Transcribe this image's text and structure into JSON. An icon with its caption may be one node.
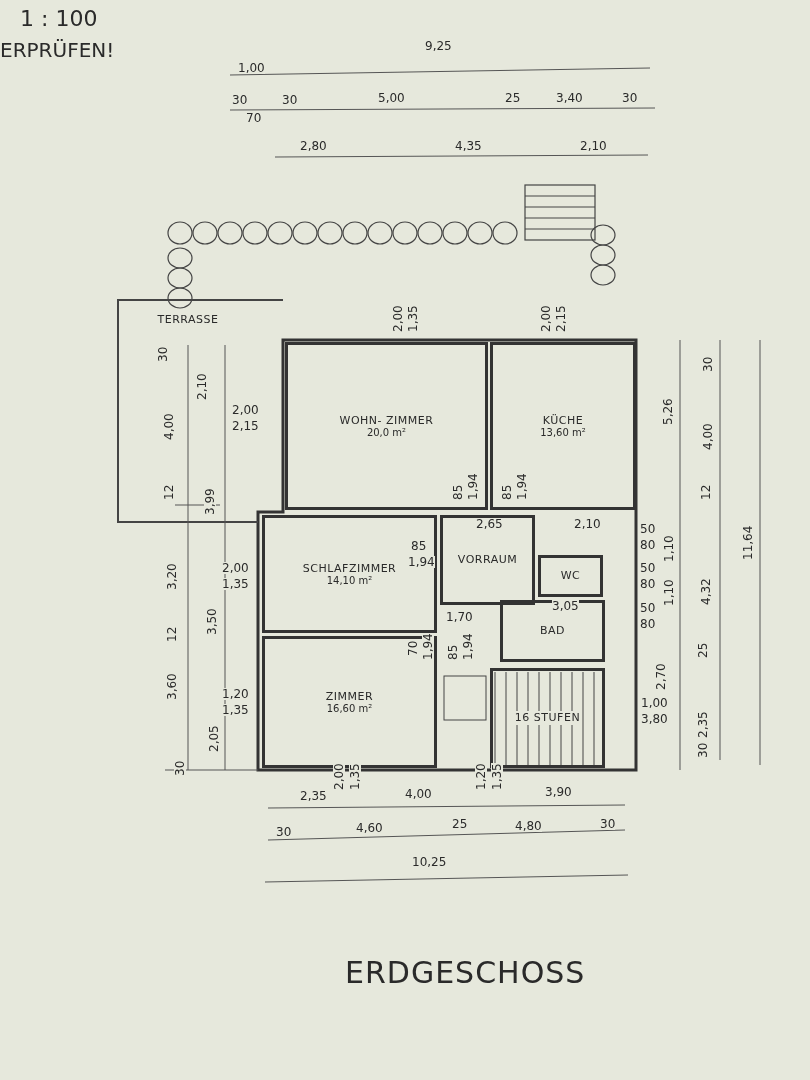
{
  "diagram": {
    "title": "ERDGESCHOSS",
    "nodes": [
      {
        "text": [
          "TERRASSE"
        ]
      },
      {
        "text": [
          "WOHN- ZIMMER",
          "20,0 m²"
        ]
      },
      {
        "text": [
          "KÜCHE",
          "13,60 m²"
        ]
      },
      {
        "text": [
          "SCHLAFZIMMER",
          "14,10 m²"
        ]
      },
      {
        "text": [
          "VORRAUM"
        ]
      },
      {
        "text": [
          "WC"
        ]
      },
      {
        "text": [
          "BAD"
        ]
      },
      {
        "text": [
          "ZIMMER",
          "16,60 m²"
        ]
      },
      {
        "text": [
          "16 STUFEN"
        ]
      }
    ],
    "labels": [
      "1 : 100",
      "ERPRÜFEN!",
      "9,25",
      "1,00",
      "30",
      "70",
      "30",
      "5,00",
      "25",
      "3,40",
      "30",
      "2,80",
      "4,35",
      "2,10",
      "2,00",
      "1,35",
      "2,00",
      "2,15",
      "30",
      "2,10",
      "2,00",
      "2,15",
      "4,00",
      "12",
      "3,99",
      "85",
      "1,94",
      "85",
      "1,94",
      "5,26",
      "30",
      "4,00",
      "12",
      "11,64",
      "2,65",
      "2,10",
      "85",
      "1,94",
      "2,00",
      "1,35",
      "3,20",
      "12",
      "3,50",
      "3,60",
      "1,20",
      "1,35",
      "2,05",
      "30",
      "1,70",
      "3,05",
      "70",
      "1,94",
      "85",
      "1,94",
      "50",
      "80",
      "50",
      "80",
      "50",
      "80",
      "1,10",
      "1,10",
      "4,32",
      "2,70",
      "25",
      "1,00",
      "3,80",
      "2,35",
      "30",
      "2,00",
      "1,35",
      "1,20",
      "1,35",
      "2,35",
      "4,00",
      "3,90",
      "30",
      "4,60",
      "25",
      "4,80",
      "30",
      "10,25"
    ]
  }
}
